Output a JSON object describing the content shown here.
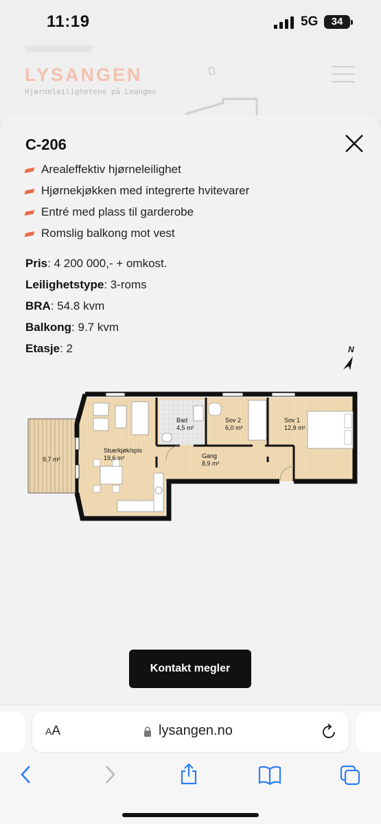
{
  "status_bar": {
    "time": "11:19",
    "network": "5G",
    "battery": "34"
  },
  "site": {
    "logo": "LYSANGEN",
    "tagline": "Hjørneleilighetene på Leangen",
    "menu_icon": "hamburger-icon"
  },
  "modal": {
    "title": "C-206",
    "close_icon": "close-icon",
    "features": [
      "Arealeffektiv hjørneleilighet",
      "Hjørnekjøkken med integrerte hvitevarer",
      "Entré med plass til garderobe",
      "Romslig balkong mot vest"
    ],
    "facts": [
      {
        "label": "Pris",
        "value": ": 4 200 000,- + omkost."
      },
      {
        "label": "Leilighetstype",
        "value": ": 3-roms"
      },
      {
        "label": "BRA",
        "value": ": 54.8 kvm"
      },
      {
        "label": "Balkong",
        "value": ": 9.7 kvm"
      },
      {
        "label": "Etasje",
        "value": ": 2"
      }
    ],
    "compass_label": "N",
    "floorplan": {
      "rooms": [
        {
          "name": "",
          "area": "9,7 m²"
        },
        {
          "name": "Stue/kjøk/spis",
          "area": "19,6 m²"
        },
        {
          "name": "Bad",
          "area": "4,5 m²"
        },
        {
          "name": "Sov 2",
          "area": "6,0 m²"
        },
        {
          "name": "Gang",
          "area": "8,9 m²"
        },
        {
          "name": "Sov 1",
          "area": "12,9 m²"
        }
      ]
    },
    "cta_label": "Kontakt megler"
  },
  "browser": {
    "aa_label_small": "A",
    "aa_label_large": "A",
    "url": "lysangen.no",
    "icons": [
      "back-icon",
      "forward-icon",
      "share-icon",
      "bookmarks-icon",
      "tabs-icon"
    ]
  },
  "colors": {
    "accent": "#e86a48",
    "wood": "#efd9b2",
    "cta": "#111111"
  }
}
